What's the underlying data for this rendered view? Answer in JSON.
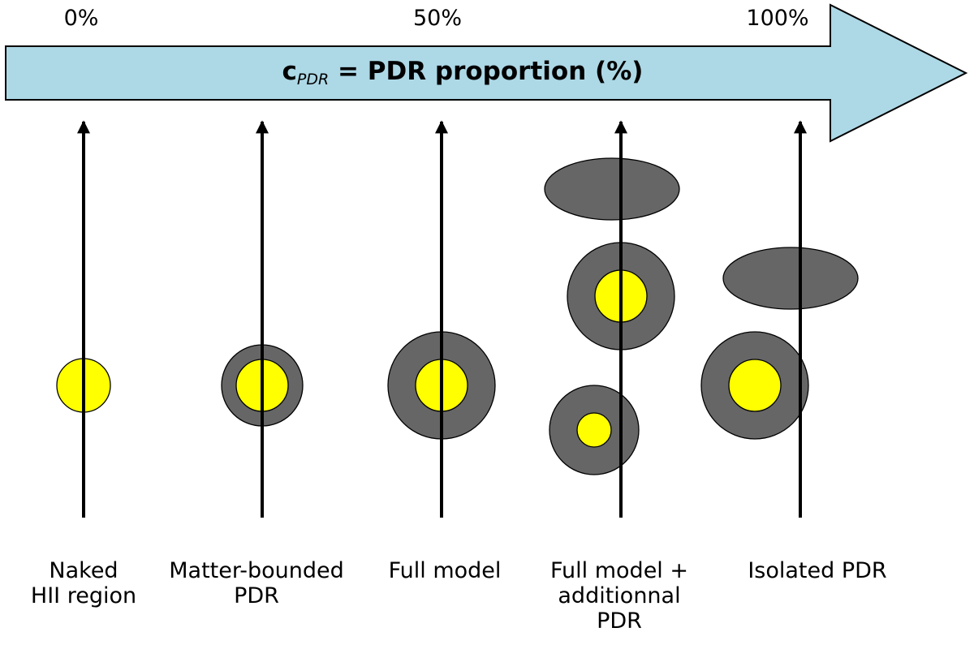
{
  "axis": {
    "title_prefix": "c",
    "title_subscript": "PDR",
    "title_suffix": " = PDR proportion (%)",
    "ticks": [
      "0%",
      "50%",
      "100%"
    ],
    "arrow_color": "#add8e6"
  },
  "colors": {
    "ionized_region": "#ffff00",
    "pdr_shell": "#666666",
    "sightline": "#000000"
  },
  "cases": [
    {
      "caption_lines": [
        "Naked",
        "HII region"
      ]
    },
    {
      "caption_lines": [
        "Matter-bounded",
        "PDR"
      ]
    },
    {
      "caption_lines": [
        "Full model"
      ]
    },
    {
      "caption_lines": [
        "Full model +",
        "additionnal",
        "PDR"
      ]
    },
    {
      "caption_lines": [
        "Isolated PDR"
      ]
    }
  ]
}
